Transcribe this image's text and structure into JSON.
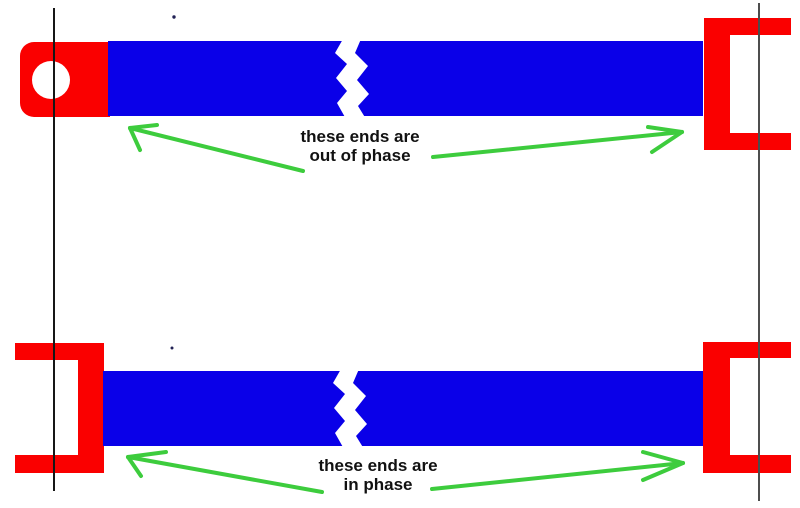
{
  "colors": {
    "background": "#ffffff",
    "shaft_blue": "#0a00e8",
    "yoke_red": "#fa0000",
    "arrow_green": "#3dcc3d",
    "reference_line_left": "#161616",
    "reference_line_right": "#4d4d4d",
    "label_text": "#111111",
    "hole_white": "#ffffff",
    "stray_dot": "#222255"
  },
  "top_assembly": {
    "label_line1": "these ends are",
    "label_line2": "out of phase"
  },
  "bottom_assembly": {
    "label_line1": "these ends are",
    "label_line2": "in phase"
  }
}
